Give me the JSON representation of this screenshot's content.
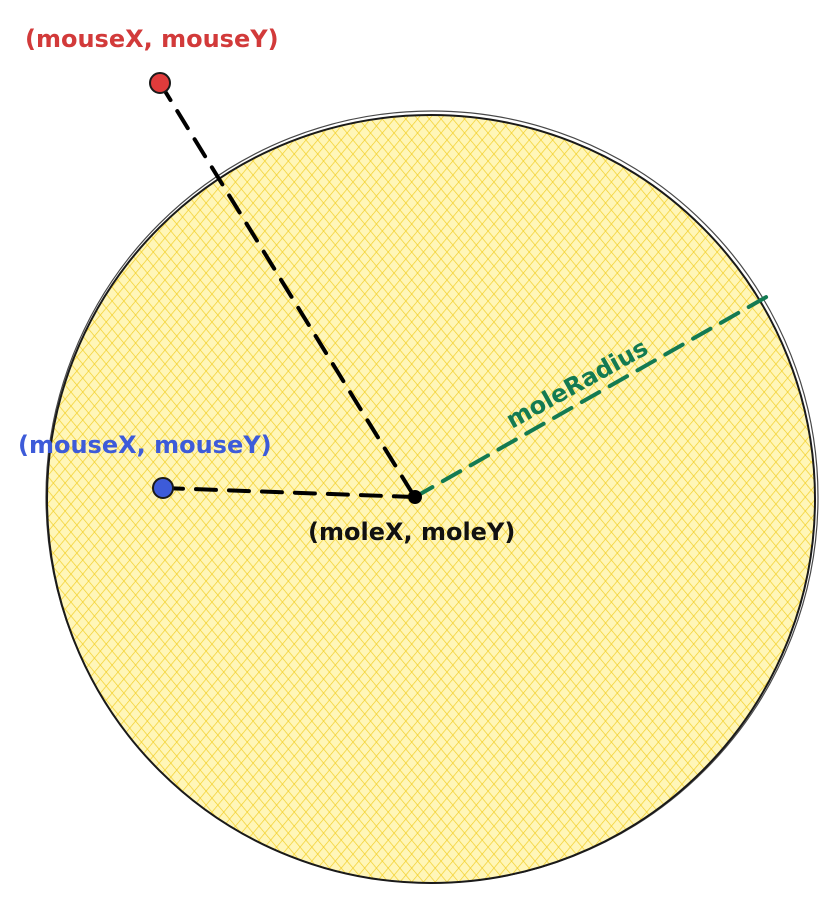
{
  "labels": {
    "mouse_outside": "(mouseX, mouseY)",
    "mouse_inside": "(mouseX, mouseY)",
    "mole_center": "(moleX, moleY)",
    "radius": "moleRadius"
  },
  "colors": {
    "circle_fill": "#fbe44a",
    "circle_stroke": "#1a1a1a",
    "point_outside": "#e03b3b",
    "point_inside": "#3d5bd9",
    "point_center": "#000000",
    "radius_line": "#137a52",
    "distance_line": "#000000"
  }
}
